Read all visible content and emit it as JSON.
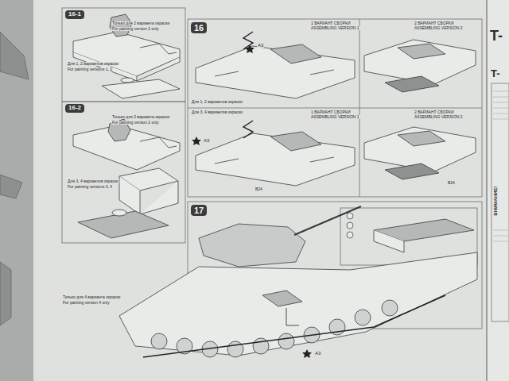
{
  "diagram": {
    "nodes": [
      {
        "text": [
          "16-1"
        ]
      },
      {
        "text": [
          "16-2"
        ]
      },
      {
        "text": [
          "16"
        ]
      },
      {
        "text": [
          "17"
        ]
      }
    ],
    "labels": [
      "Только для 2 варианта окраски",
      "For painting version 2 only",
      "Для 1, 2 вариантов окраски",
      "For painting versions 1, 2",
      "Только для 2 варианта окраски",
      "For painting version 2 only",
      "Для 3, 4 вариантов окраски",
      "For painting versions 3, 4",
      "1 ВАРИАНТ СБОРКИ",
      "ASSEMBLING VERSION 1",
      "2 ВАРИАНТ СБОРКИ",
      "ASSEMBLING VERSION 2",
      "Для 1, 2 вариантов окраски",
      "1 ВАРИАНТ СБОРКИ",
      "ASSEMBLING VERSION 1",
      "2 ВАРИАНТ СБОРКИ",
      "ASSEMBLING VERSION 2",
      "Для 3, 4 вариантов окраски",
      "Только для 4 варианта окраски",
      "For painting version 4 only",
      "A3",
      "A3",
      "A3",
      "B24",
      "B24",
      "T-",
      "T-",
      "ВНИМАНИЕ!"
    ]
  }
}
